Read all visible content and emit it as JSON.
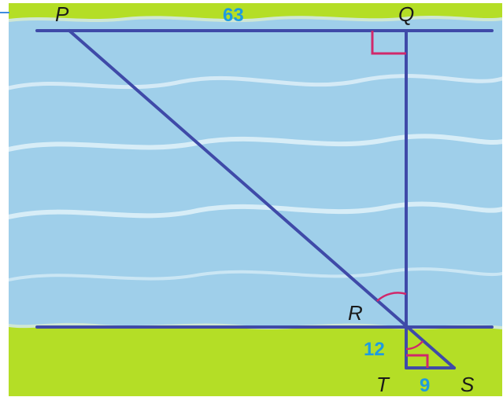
{
  "points": {
    "P": "P",
    "Q": "Q",
    "R": "R",
    "S": "S",
    "T": "T"
  },
  "lengths": {
    "PQ": "63",
    "RT": "12",
    "TS": "9"
  },
  "colors": {
    "water": "#9fcfea",
    "wave": "#ddeff8",
    "grass": "#b4de26",
    "lines": "#3f4aa8",
    "right_angle": "#d0286b",
    "angle_arc": "#d0286b",
    "length_text": "#1f9be0",
    "point_text": "#1a1a1a"
  }
}
